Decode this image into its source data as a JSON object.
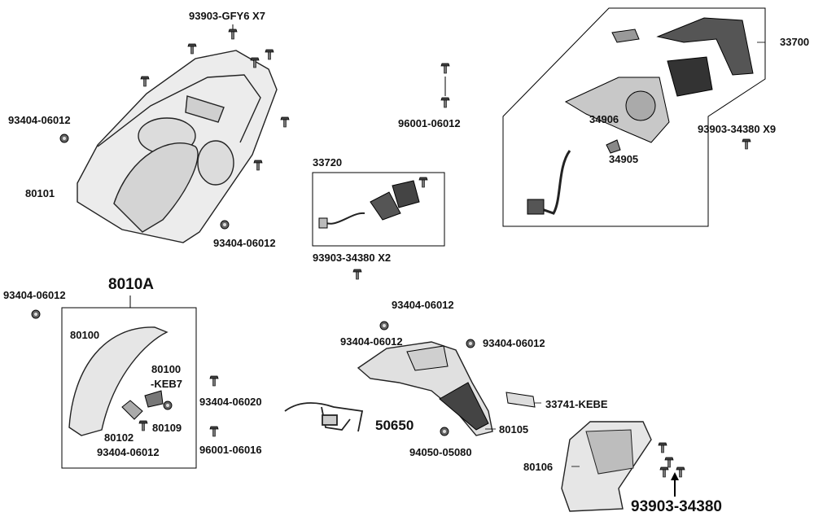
{
  "labels": {
    "p_93903_gfy6": "93903-GFY6 X7",
    "p_93404_a": "93404-06012",
    "p_80101": "80101",
    "p_93404_b": "93404-06012",
    "p_96001_06012": "96001-06012",
    "p_33720": "33720",
    "p_93903_x2": "93903-34380 X2",
    "p_33700": "33700",
    "p_93903_x9": "93903-34380 X9",
    "p_34906": "34906",
    "p_34905": "34905",
    "p_93404_c": "93404-06012",
    "p_8010a": "8010A",
    "p_80100": "80100",
    "p_80100_keb7_a": "80100",
    "p_80100_keb7_b": "-KEB7",
    "p_80109": "80109",
    "p_80102": "80102",
    "p_93404_d": "93404-06012",
    "p_93404_06020": "93404-06020",
    "p_96001_06016": "96001-06016",
    "p_93404_e": "93404-06012",
    "p_93404_f": "93404-06012",
    "p_93404_g": "93404-06012",
    "p_50650": "50650",
    "p_33741": "33741-KEBE",
    "p_80105": "80105",
    "p_94050": "94050-05080",
    "p_80106": "80106",
    "p_93903_34380": "93903-34380"
  }
}
